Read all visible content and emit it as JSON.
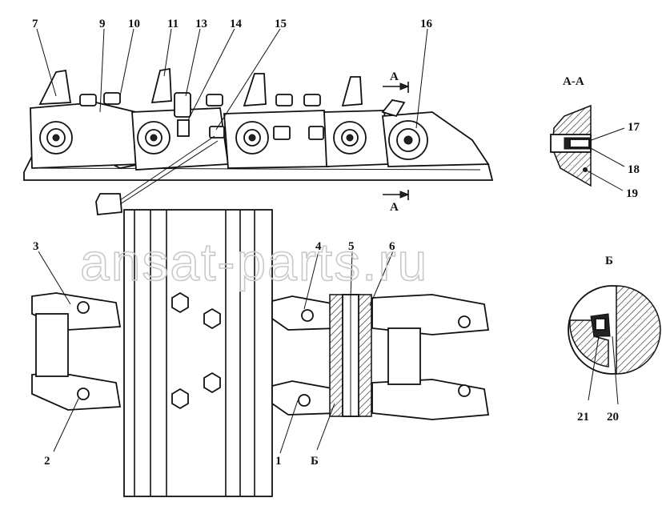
{
  "watermark": "ansat-parts.ru",
  "section_labels": {
    "aa_title": "А-А",
    "b_title": "Б",
    "section_mark_top": "А",
    "section_mark_bottom": "А",
    "detail_mark": "Б"
  },
  "callouts": {
    "c1": "1",
    "c2": "2",
    "c3": "3",
    "c4": "4",
    "c5": "5",
    "c6": "6",
    "c7": "7",
    "c9": "9",
    "c10": "10",
    "c11": "11",
    "c13": "13",
    "c14": "14",
    "c15": "15",
    "c16": "16",
    "c17": "17",
    "c18": "18",
    "c19": "19",
    "c20": "20",
    "c21": "21"
  }
}
